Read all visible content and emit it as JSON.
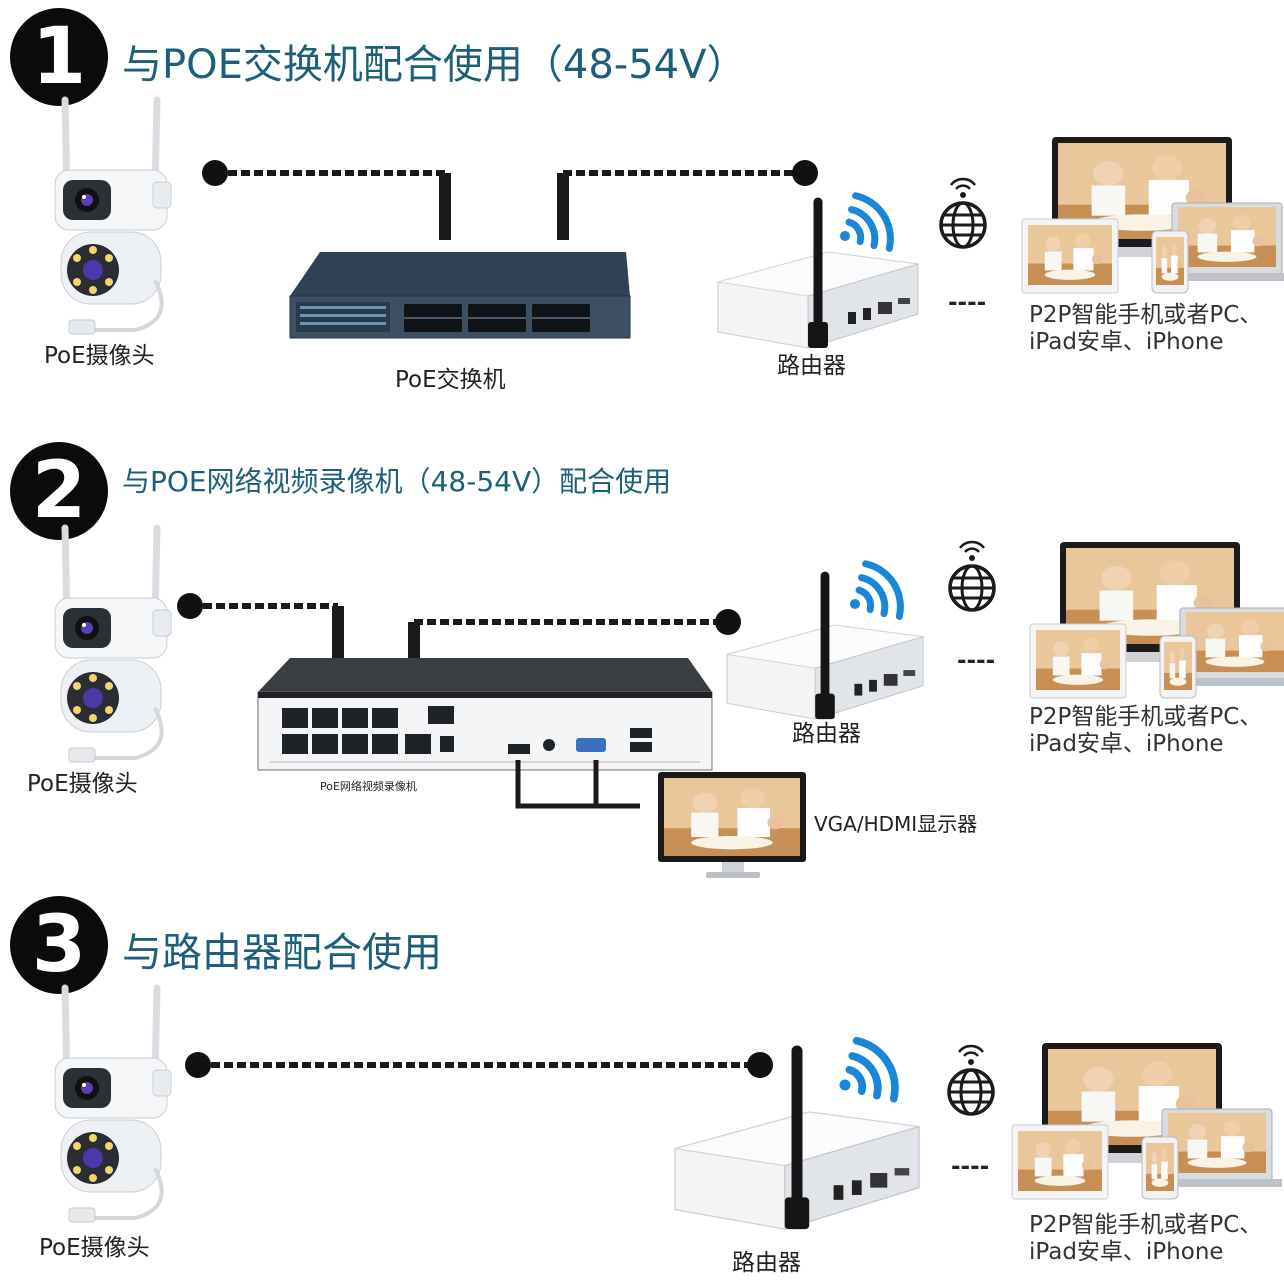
{
  "sections": [
    {
      "number": "1",
      "title": "与POE交换机配合使用（48-54V）",
      "camera_label": "PoE摄像头",
      "hub_label": "PoE交换机",
      "router_label": "路由器",
      "devices_line1": "P2P智能手机或者PC、",
      "devices_line2": "iPad安卓、iPhone",
      "dash": "----"
    },
    {
      "number": "2",
      "title": "与POE网络视频录像机（48-54V）配合使用",
      "camera_label": "PoE摄像头",
      "hub_label": "PoE网络视频录像机",
      "router_label": "路由器",
      "monitor_label": "VGA/HDMI显示器",
      "devices_line1": "P2P智能手机或者PC、",
      "devices_line2": "iPad安卓、iPhone",
      "dash": "----"
    },
    {
      "number": "3",
      "title": "与路由器配合使用",
      "camera_label": "PoE摄像头",
      "router_label": "路由器",
      "devices_line1": "P2P智能手机或者PC、",
      "devices_line2": "iPad安卓、iPhone",
      "dash": "----"
    }
  ],
  "colors": {
    "heading": "#1d5f7a",
    "badge": "#0b0b0b",
    "wifi": "#1a86d8",
    "switch_body": "#3c4f63"
  },
  "icons": [
    "camera-icon",
    "switch-icon",
    "nvr-icon",
    "router-icon",
    "wifi-icon",
    "globe-icon",
    "laptop-icon",
    "tablet-icon",
    "phone-icon",
    "monitor-icon"
  ]
}
